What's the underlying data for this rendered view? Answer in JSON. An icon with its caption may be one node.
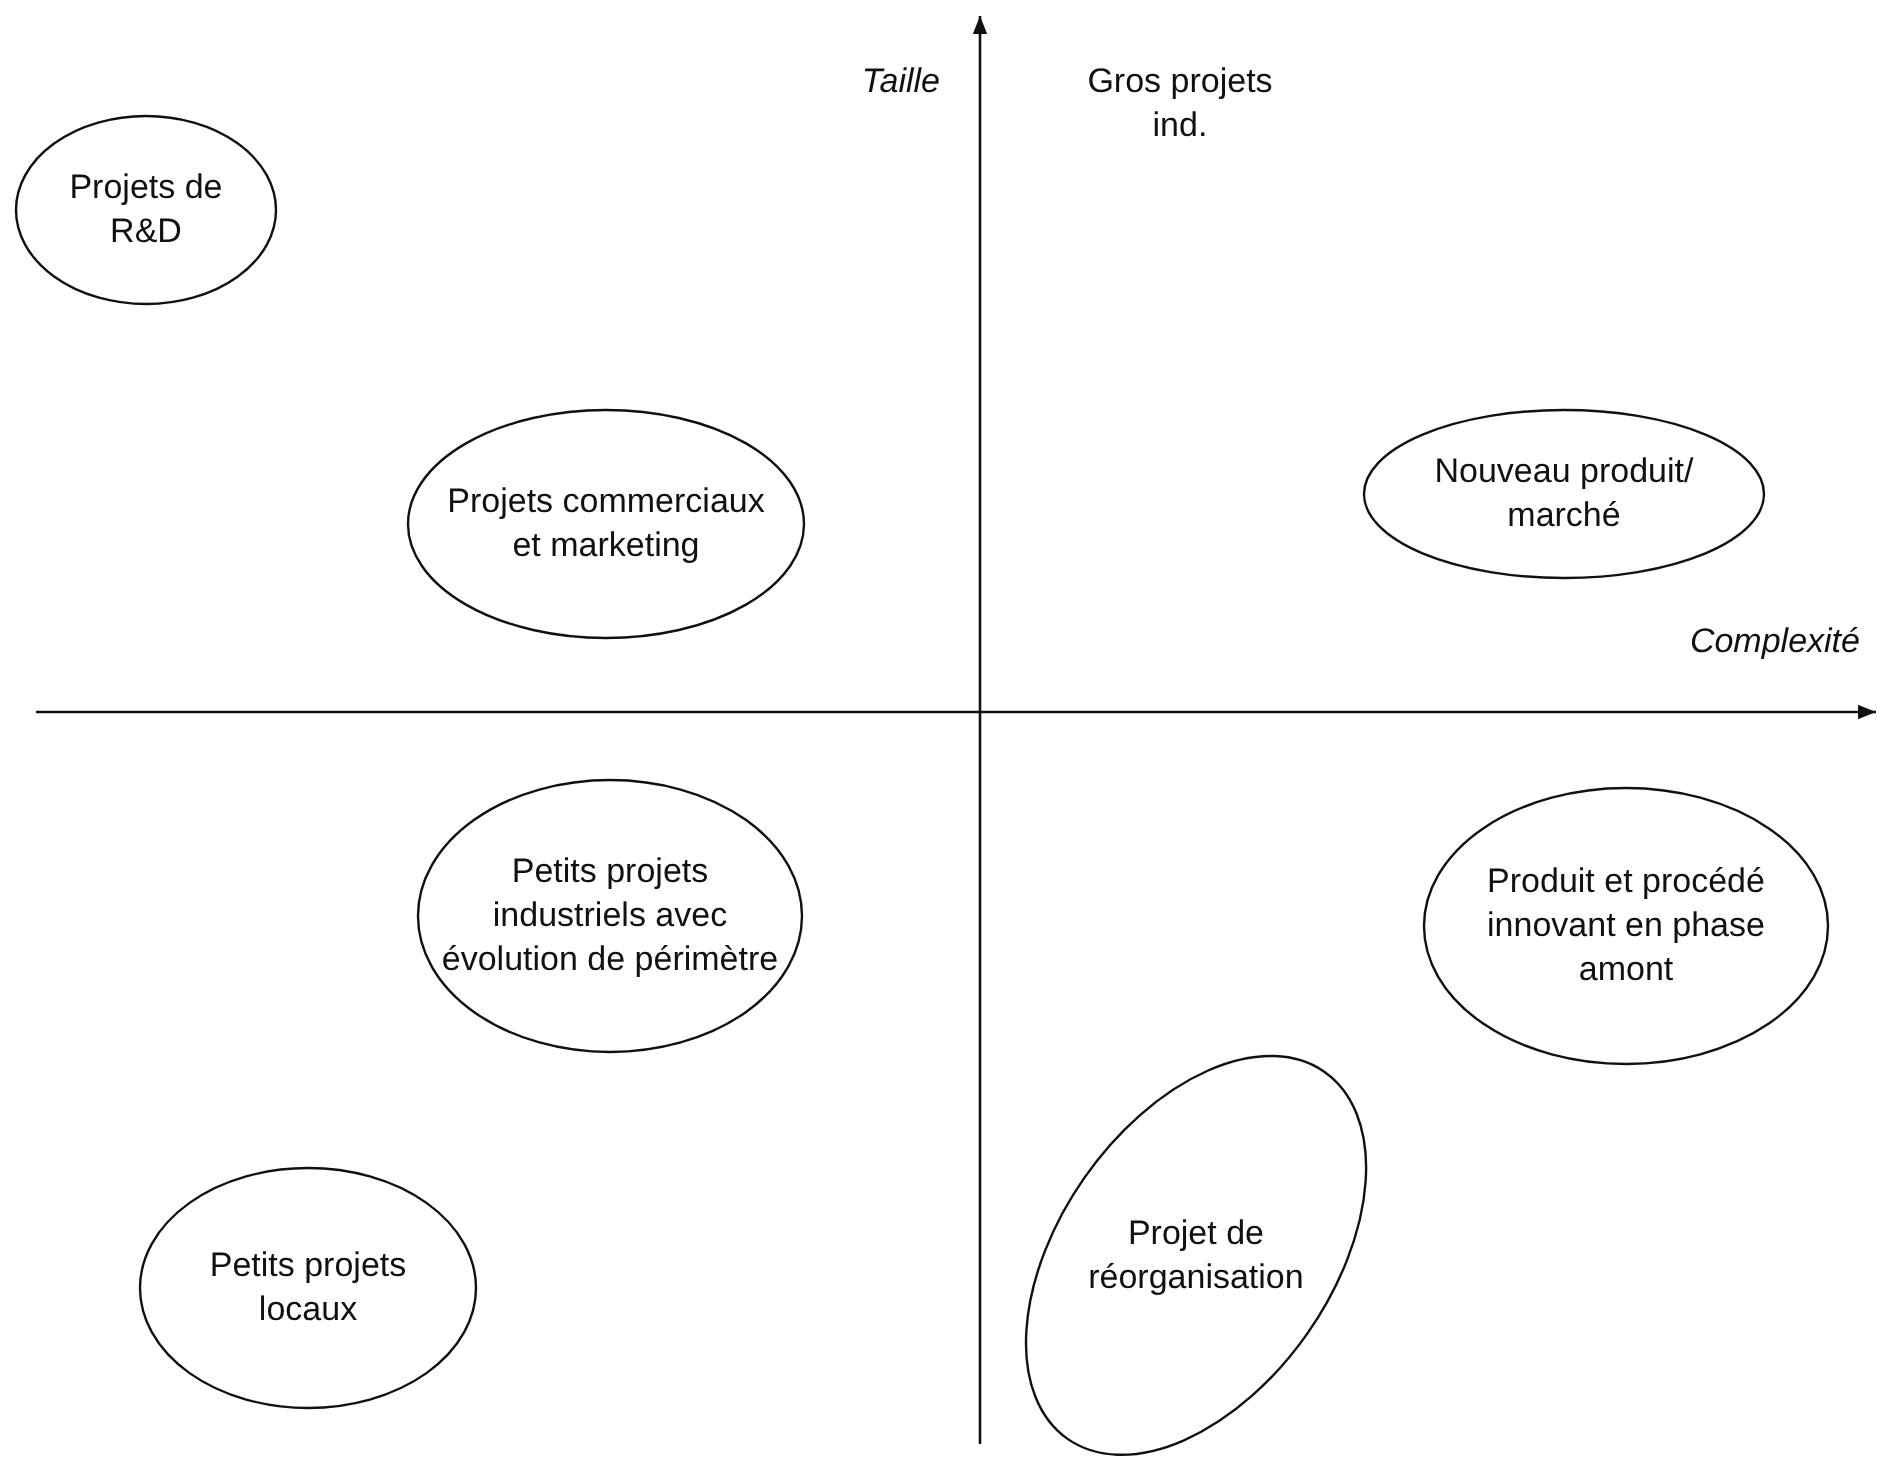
{
  "diagram": {
    "nodes": [
      {
        "text": [
          "Projets de R&D"
        ]
      },
      {
        "text": [
          "Projets commerciaux et marketing"
        ]
      },
      {
        "text": [
          "Nouveau produit/ marché"
        ]
      },
      {
        "text": [
          "Petits projets industriels avec évolution de périmètre"
        ]
      },
      {
        "text": [
          "Produit et procédé innovant en phase amont"
        ]
      },
      {
        "text": [
          "Petits projets locaux"
        ]
      },
      {
        "text": [
          "Projet de réorganisation"
        ]
      }
    ],
    "labels": [
      "Taille",
      "Gros projets ind.",
      "Complexité"
    ]
  }
}
